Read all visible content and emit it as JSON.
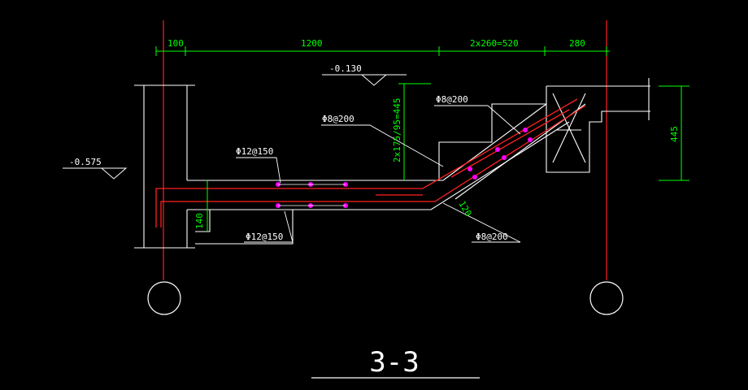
{
  "drawing": {
    "title": "3-3",
    "dimensions": {
      "d1": "100",
      "d2": "1200",
      "d3": "2x260=520",
      "d4": "280",
      "vertical_steps": "2x175/95=445",
      "right_height": "445",
      "bottom_height": "140",
      "thickness": "120"
    },
    "levels": {
      "left": "-0.575",
      "top": "-0.130"
    },
    "rebar_labels": {
      "top_left": "Φ12@150",
      "bottom_left": "Φ12@150",
      "distribution_mid": "Φ8@200",
      "stair_top": "Φ8@200",
      "stair_bottom": "Φ8@200"
    }
  },
  "colors": {
    "background": "#000000",
    "outline": "#ffffff",
    "rebar": "#ff2020",
    "dimension": "#00ff00",
    "bar_dots": "#ff00ff"
  }
}
